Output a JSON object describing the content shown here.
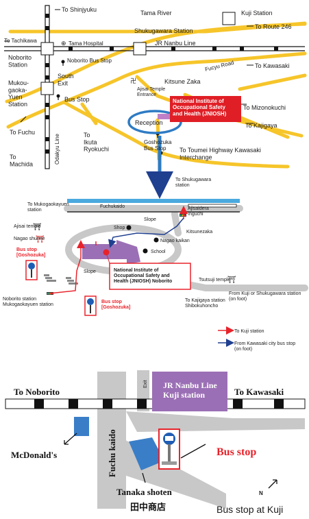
{
  "map1": {
    "labels": {
      "to_shinjyuku": "To Shinjyuku",
      "tama_river": "Tama River",
      "kuji_station": "Kuji Station",
      "shukugawara_station": "Shukugawara Station",
      "to_route_246": "To Route 246",
      "to_tachikawa": "To Tachikawa",
      "tama_hospital": "Tama Hospital",
      "jr_nanbu_line": "JR Nanbu Line",
      "to_kawasaki": "To Kawasaki",
      "noborito_bus_stop": "Noborito Bus Stop",
      "noborito_station": "Noborito\nStation",
      "fucyu_road": "Fucyu Road",
      "south_exit": "South\nExit",
      "kitsune_zaka": "Kitsune Zaka",
      "mukougaoka": "Mukou-\ngaoka-\nYuen\nStation",
      "bus_stop": "Bus Stop",
      "ajisai_entrance": "Ajisai Temple\nEntrance",
      "jniosh": "National Institute of\nOccupational Safety\nand Health (JNIOSH)",
      "to_mizonokuchi": "To Mizonokuchi",
      "reception": "Reception",
      "to_fuchu": "To Fuchu",
      "to_ikuta": "To\nIkuta\nRyokuchi",
      "to_kajigaya": "To Kajigaya",
      "odakyu_line": "Odakyu Line",
      "goshozuka": "Goshozuka\nBus Stop",
      "to_toumei": "To Toumei Highway Kawasaki\nInterchange",
      "to_machida": "To\nMachida"
    }
  },
  "map2": {
    "labels": {
      "to_shukugawara": "To Shukugawara\nstation",
      "to_mukogaokayuen": "To  Mukogaokayuen\nstation",
      "fuchukaido": "Fuchukaido",
      "ajisaidera": "Ajisaidera\nInguchi",
      "slope_top": "Slope",
      "ajisai_temple": "Ajisai temple",
      "shop": "Shop",
      "kitsunezaka": "Kitsunezaka",
      "nagao_shurine": "Nagao shurine",
      "nagao_kaikan": "Nagao kaikan",
      "bus_stop_goshozuka_left": "Bus stop\n[Goshozuka]",
      "school": "School",
      "jniosh_noborito": "National Institute of\nOccupational Safety and\nHealth (JNIOSH) Noborito",
      "slope_bottom": "Slope",
      "tsutsuji_temple": "Tsutsuji temple",
      "noborito_station": "Noborito station\nMukogaokayuen station",
      "from_kuji": "From Kuji or Shukugawara station\n(on foot)",
      "to_kajigaya_station": "To Kajigaya station\nShibokuhoncho",
      "bus_stop_goshozuka_bottom": "Bus stop\n[Goshozuka]"
    },
    "legend": {
      "red": "To Kuji station",
      "blue": "From Kawasaki city bus stop\n(on foot)"
    },
    "colors": {
      "red_route": "#e8222a",
      "blue_route": "#1f3f8f",
      "building": "#9b6fb5"
    }
  },
  "map3": {
    "labels": {
      "to_noborito": "To Noborito",
      "exit": "Exit",
      "jr_nanbu_kuji": "JR Nanbu Line\nKuji station",
      "to_kawasaki": "To Kawasaki",
      "fuchu_kaido": "Fuchu kaido",
      "mcdonalds": "McDonald's",
      "bus_stop": "Bus stop",
      "tanaka_shoten": "Tanaka  shoten",
      "tanaka_jp": "田中商店",
      "north": "N",
      "caption": "Bus stop at Kuji"
    },
    "colors": {
      "station": "#9b6fb5",
      "bus_stop_text": "#e8222a",
      "shop": "#3a7ec8"
    }
  }
}
